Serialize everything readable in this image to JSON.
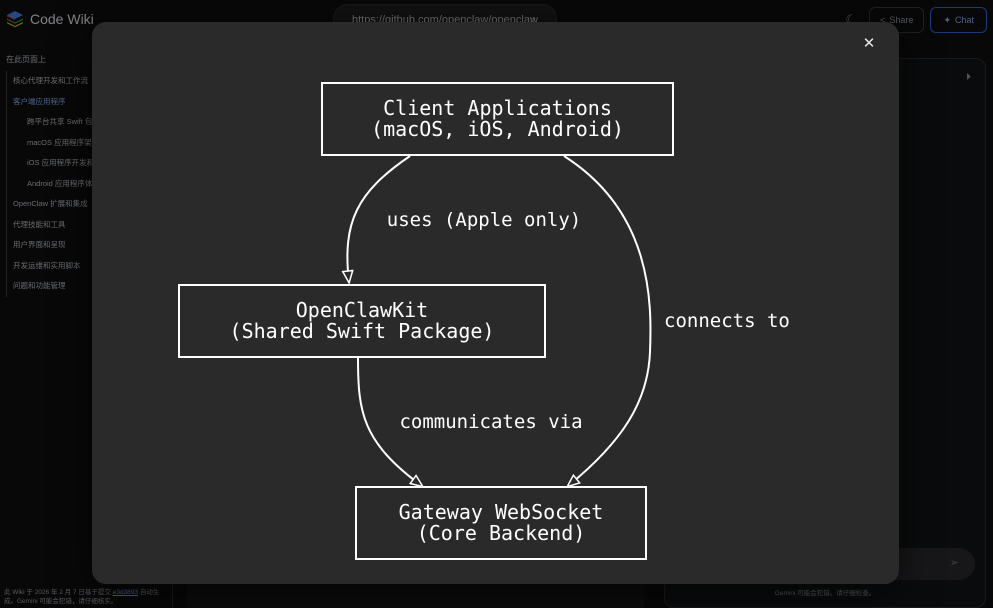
{
  "app": {
    "title": "Code Wiki",
    "url": "https://github.com/openclaw/openclaw",
    "share_label": "Share",
    "chat_label": "Chat"
  },
  "toc": {
    "title": "在此页面上",
    "items": [
      {
        "label": "核心代理开发和工作流",
        "level": 0,
        "active": false
      },
      {
        "label": "客户端应用程序",
        "level": 0,
        "active": true
      },
      {
        "label": "跨平台共享 Swift 包",
        "level": 1,
        "active": false
      },
      {
        "label": "macOS 应用程序架构",
        "level": 1,
        "active": false
      },
      {
        "label": "iOS 应用程序开发和功能",
        "level": 1,
        "active": false
      },
      {
        "label": "Android 应用程序体系结构",
        "level": 1,
        "active": false
      },
      {
        "label": "OpenClaw 扩展和集成",
        "level": 0,
        "active": false
      },
      {
        "label": "代理技能和工具",
        "level": 0,
        "active": false
      },
      {
        "label": "用户界面和呈现",
        "level": 0,
        "active": false
      },
      {
        "label": "开发运维和实用脚本",
        "level": 0,
        "active": false
      },
      {
        "label": "问题和功能管理",
        "level": 0,
        "active": false
      }
    ]
  },
  "footer": {
    "prefix": "此 Wiki 于 2026 年 2 月 7 日基于提交 ",
    "commit": "e3d3893",
    "suffix": " 自动生成。Gemini 可能会犯错，请仔细核实。"
  },
  "chat_panel": {
    "disclaimer": "Gemini 可能会犯错。请仔细检查。"
  },
  "modal": {
    "close_icon": "close-icon"
  },
  "diagram": {
    "nodes": [
      {
        "id": "client",
        "lines": [
          "Client Applications",
          "(macOS, iOS, Android)"
        ]
      },
      {
        "id": "kit",
        "lines": [
          "OpenClawKit",
          "(Shared Swift Package)"
        ]
      },
      {
        "id": "gateway",
        "lines": [
          "Gateway WebSocket",
          "(Core Backend)"
        ]
      }
    ],
    "edges": [
      {
        "from": "client",
        "to": "kit",
        "label": "uses (Apple only)"
      },
      {
        "from": "client",
        "to": "gateway",
        "label": "connects to"
      },
      {
        "from": "kit",
        "to": "gateway",
        "label": "communicates via"
      }
    ]
  }
}
